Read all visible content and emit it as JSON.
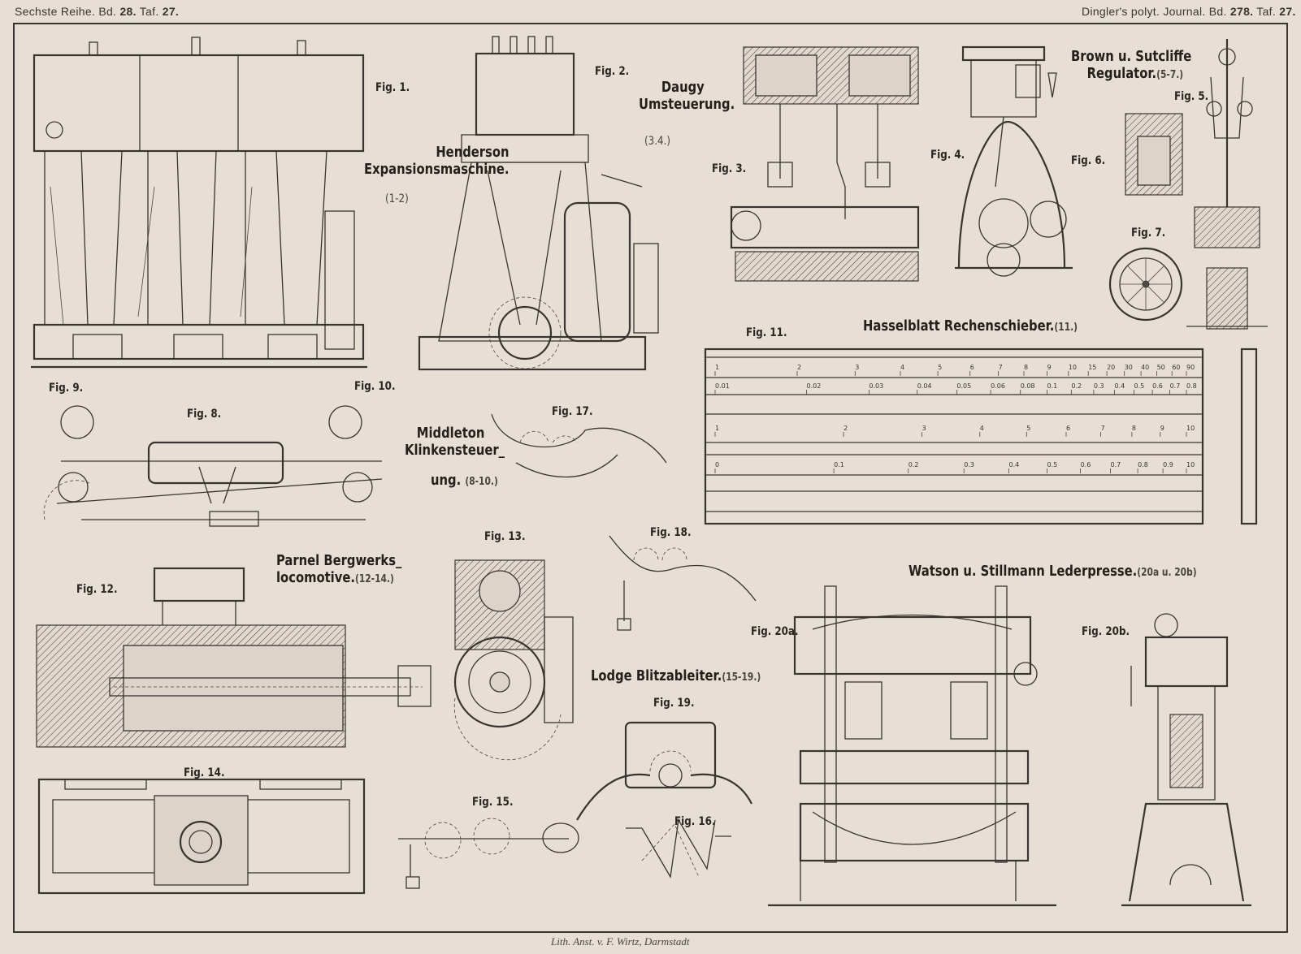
{
  "header": {
    "left_prefix": "Sechste Reihe. Bd.",
    "left_volume": "28.",
    "left_taf_prefix": "Taf.",
    "left_taf": "27.",
    "right_prefix": "Dingler's polyt. Journal. Bd.",
    "right_volume": "278.",
    "right_taf_prefix": "Taf.",
    "right_taf": "27."
  },
  "sections": [
    {
      "id": "henderson",
      "title_lines": [
        "Henderson",
        "Expansionsmaschine."
      ],
      "range": "(1-2)"
    },
    {
      "id": "daugy",
      "title_lines": [
        "Daugy",
        "Umsteuerung."
      ],
      "range": "(3.4.)"
    },
    {
      "id": "brown",
      "title_lines": [
        "Brown u. Sutcliffe",
        "Regulator."
      ],
      "range": "(5-7.)"
    },
    {
      "id": "middleton",
      "title_lines": [
        "Middleton",
        "Klinkensteuer_",
        "ung."
      ],
      "range": "(8-10.)"
    },
    {
      "id": "hasselblatt",
      "title_lines": [
        "Hasselblatt Rechenschieber."
      ],
      "range": "(11.)"
    },
    {
      "id": "parnel",
      "title_lines": [
        "Parnel Bergwerks_",
        "locomotive."
      ],
      "range": "(12-14.)"
    },
    {
      "id": "watson",
      "title_lines": [
        "Watson u. Stillmann Lederpresse."
      ],
      "range": "(20a u. 20b)"
    },
    {
      "id": "lodge",
      "title_lines": [
        "Lodge Blitzableiter."
      ],
      "range": "(15-19.)"
    }
  ],
  "figures": [
    "Fig. 1.",
    "Fig. 2.",
    "Fig. 3.",
    "Fig. 4.",
    "Fig. 5.",
    "Fig. 6.",
    "Fig. 7.",
    "Fig. 8.",
    "Fig. 9.",
    "Fig. 10.",
    "Fig. 11.",
    "Fig. 12.",
    "Fig. 13.",
    "Fig. 14.",
    "Fig. 15.",
    "Fig. 16.",
    "Fig. 17.",
    "Fig. 18.",
    "Fig. 19.",
    "Fig. 20a.",
    "Fig. 20b."
  ],
  "slide_rule": {
    "scale_S": [
      "1",
      "2",
      "3",
      "4",
      "5",
      "6",
      "7",
      "8",
      "9",
      "10",
      "15",
      "20",
      "30",
      "40",
      "50",
      "60",
      "90"
    ],
    "scale_T": [
      "0.01",
      "0.02",
      "0.03",
      "0.04",
      "0.05",
      "0.06",
      "0.08",
      "0.1",
      "0.2",
      "0.3",
      "0.4",
      "0.5",
      "0.6",
      "0.7",
      "0.8"
    ],
    "scale_mid": [
      "1",
      "2",
      "3",
      "4",
      "5",
      "6",
      "7",
      "8",
      "9",
      "10"
    ],
    "scale_dec": [
      "0",
      "0.1",
      "0.2",
      "0.3",
      "0.4",
      "0.5",
      "0.6",
      "0.7",
      "0.8",
      "0.9",
      "10"
    ]
  },
  "footer": "Lith. Anst. v. F. Wirtz, Darmstadt"
}
